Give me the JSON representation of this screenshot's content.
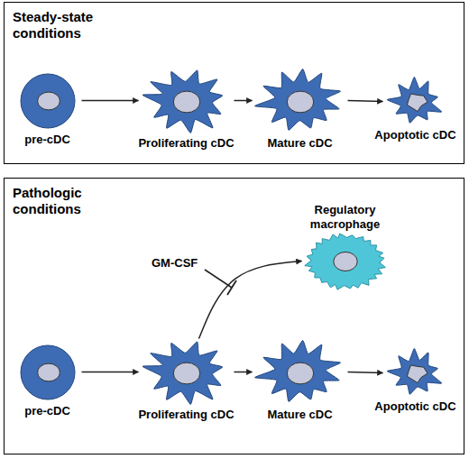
{
  "diagram": {
    "nodes": [
      {
        "text": [
          "Steady-state conditions"
        ]
      },
      {
        "text": [
          "pre-cDC"
        ],
        "in": 0
      },
      {
        "text": [
          "Proliferating cDC"
        ],
        "in": 0
      },
      {
        "text": [
          "Mature cDC"
        ],
        "in": 0
      },
      {
        "text": [
          "Apoptotic cDC"
        ],
        "in": 0
      },
      {
        "text": [
          "Pathologic conditions"
        ]
      },
      {
        "text": [
          "Regulatory macrophage"
        ],
        "in": 5
      },
      {
        "text": [
          "pre-cDC"
        ],
        "in": 5
      },
      {
        "text": [
          "Proliferating cDC"
        ],
        "in": 5
      },
      {
        "text": [
          "Mature cDC"
        ],
        "in": 5
      },
      {
        "text": [
          "Apoptotic cDC"
        ],
        "in": 5
      }
    ],
    "edges": [
      {
        "from": 1,
        "to": 2,
        "arrow": "to"
      },
      {
        "from": 2,
        "to": 3,
        "arrow": "to"
      },
      {
        "from": 3,
        "to": 4,
        "arrow": "to"
      },
      {
        "from": 7,
        "to": 8,
        "arrow": "to"
      },
      {
        "from": 8,
        "to": 6,
        "arrow": "to"
      },
      {
        "from": 8,
        "to": 9,
        "arrow": "to"
      },
      {
        "from": 9,
        "to": 10,
        "arrow": "to"
      }
    ],
    "labels": [
      "GM-CSF"
    ]
  }
}
